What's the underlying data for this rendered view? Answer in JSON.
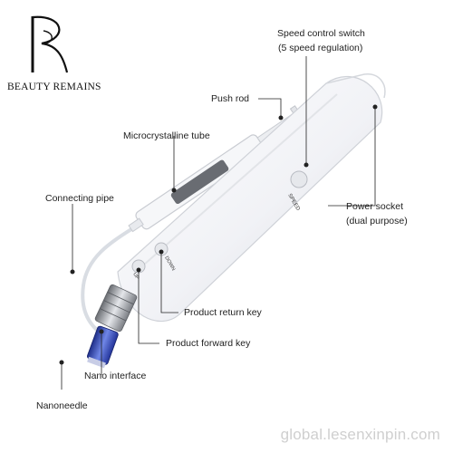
{
  "logo": {
    "brand_text": "BEAUTY REMAINS",
    "mark_icon": "br-monogram-icon"
  },
  "labels": {
    "speed_switch_line1": "Speed control switch",
    "speed_switch_line2": "(5 speed regulation)",
    "push_rod": "Push rod",
    "microcrystalline_tube": "Microcrystalline tube",
    "connecting_pipe": "Connecting pipe",
    "power_socket_line1": "Power socket",
    "power_socket_line2": "(dual purpose)",
    "product_return_key": "Product return key",
    "product_forward_key": "Product forward key",
    "nano_interface": "Nano interface",
    "nanoneedle": "Nanoneedle"
  },
  "device_markings": {
    "speed": "SPEED",
    "up": "UP",
    "down": "DOWN"
  },
  "watermark": "global.lesenxinpin.com"
}
